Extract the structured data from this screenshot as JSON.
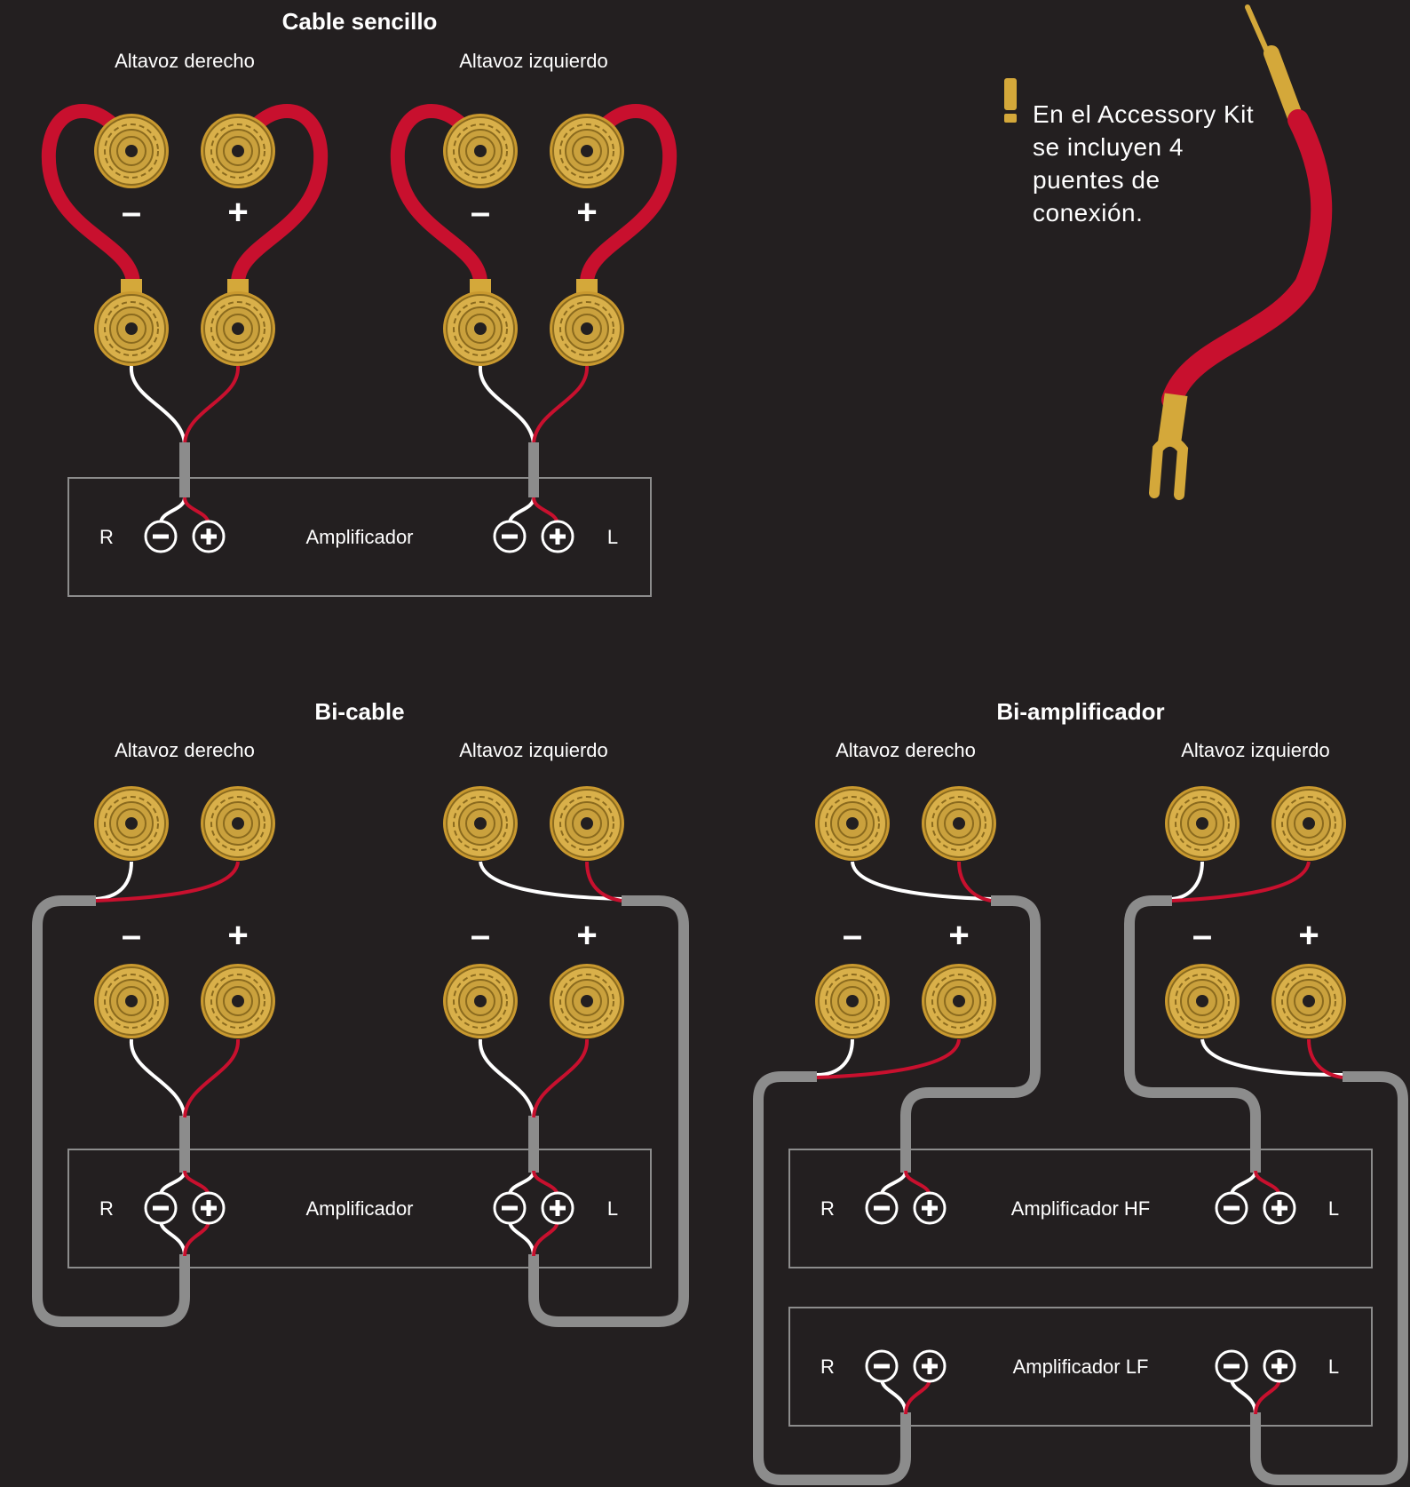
{
  "colors": {
    "background": "#231f20",
    "gold": "#d4a83a",
    "red": "#c8102e",
    "cable_grey": "#8c8c8c",
    "white": "#ffffff"
  },
  "sections": {
    "single": {
      "title": "Cable sencillo",
      "right_speaker": "Altavoz derecho",
      "left_speaker": "Altavoz izquierdo",
      "amp_label": "Amplificador"
    },
    "bicable": {
      "title": "Bi-cable",
      "right_speaker": "Altavoz derecho",
      "left_speaker": "Altavoz izquierdo",
      "amp_label": "Amplificador"
    },
    "biamp": {
      "title": "Bi-amplificador",
      "right_speaker": "Altavoz derecho",
      "left_speaker": "Altavoz izquierdo",
      "amp_hf_label": "Amplificador HF",
      "amp_lf_label": "Amplificador LF"
    }
  },
  "polarity": {
    "minus": "–",
    "plus": "+"
  },
  "channels": {
    "right": "R",
    "left": "L"
  },
  "note": {
    "icon": "exclamation-icon",
    "text": "En el Accessory Kit se incluyen 4 puentes de conexión."
  }
}
